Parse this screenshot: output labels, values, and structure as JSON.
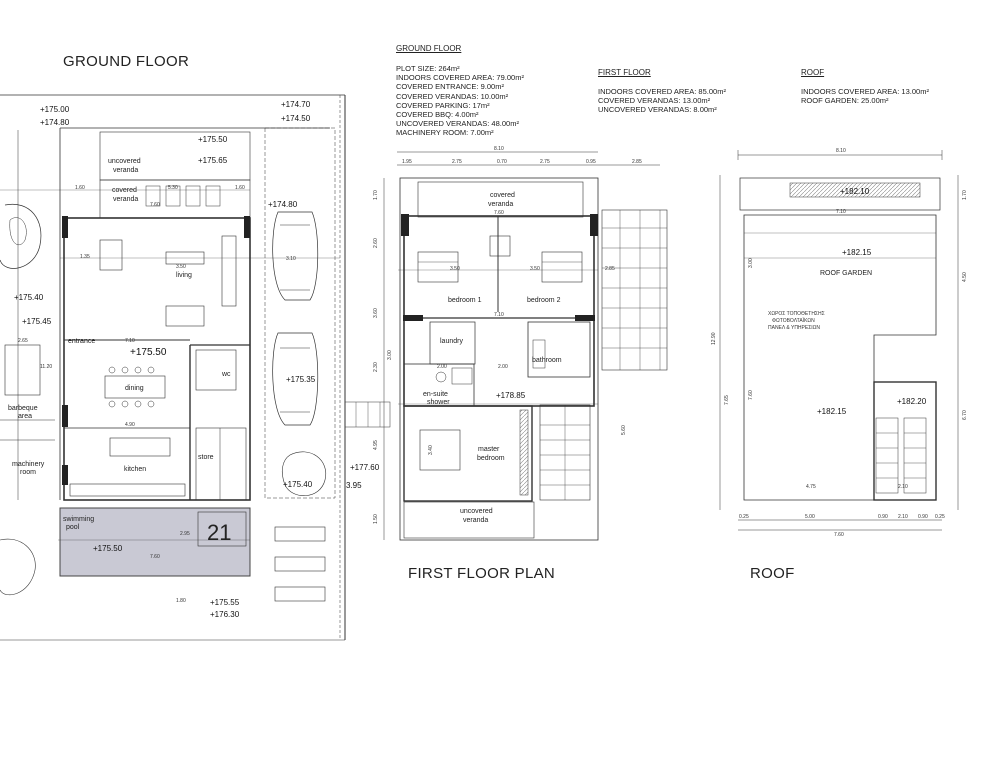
{
  "titles": {
    "ground_floor": "GROUND FLOOR",
    "first_floor_plan": "FIRST FLOOR PLAN",
    "roof": "ROOF"
  },
  "summary": {
    "ground": {
      "heading": "GROUND FLOOR",
      "lines": [
        "PLOT SIZE: 264m²",
        "INDOORS COVERED AREA: 79.00m²",
        "COVERED ENTRANCE: 9.00m²",
        "COVERED VERANDAS: 10.00m²",
        "COVERED PARKING: 17m²",
        "COVERED BBQ: 4.00m²",
        "UNCOVERED VERANDAS: 48.00m²",
        "MACHINERY ROOM: 7.00m²"
      ]
    },
    "first": {
      "heading": "FIRST FLOOR",
      "lines": [
        "INDOORS COVERED AREA: 85.00m²",
        "COVERED VERANDAS: 13.00m²",
        "UNCOVERED VERANDAS: 8.00m²"
      ]
    },
    "roof": {
      "heading": "ROOF",
      "lines": [
        "INDOORS COVERED AREA: 13.00m²",
        "ROOF GARDEN: 25.00m²"
      ]
    }
  },
  "ground_labels": {
    "uncovered_veranda": [
      "uncovered",
      "veranda"
    ],
    "covered_veranda": [
      "covered",
      "veranda"
    ],
    "living": "living",
    "entrance": "entrance",
    "dining": "dining",
    "wc": "wc",
    "kitchen": "kitchen",
    "store": "store",
    "barbeque": [
      "barbeque",
      "area"
    ],
    "machinery": [
      "machinery",
      "room"
    ],
    "swimming": [
      "swimming",
      "pool"
    ],
    "plot_number": "21"
  },
  "ground_elevations": {
    "e1": "+175.00",
    "e2": "+174.80",
    "e3": "+174.70",
    "e4": "+174.50",
    "e5": "+175.50",
    "e6": "+175.65",
    "e7": "+174.80",
    "e8": "+175.40",
    "e9": "+175.45",
    "e10": "+175.50",
    "e11": "+175.35",
    "e12": "+175.40",
    "e13": "+175.50",
    "e14": "+175.55",
    "e15": "+176.30"
  },
  "first_labels": {
    "covered_veranda": [
      "covered",
      "veranda"
    ],
    "bedroom1": "bedroom 1",
    "bedroom2": "bedroom 2",
    "laundry": "laundry",
    "bathroom": "bathroom",
    "ensuite": [
      "en-suite",
      "shower"
    ],
    "master": [
      "master",
      "bedroom"
    ],
    "uncovered_veranda": [
      "uncovered",
      "veranda"
    ],
    "elev_178": "+178.85",
    "elev_177": "+177.60",
    "elev_395": "3.95"
  },
  "roof_labels": {
    "elev_182_10": "+182.10",
    "elev_182_15a": "+182.15",
    "roof_garden": "ROOF GARDEN",
    "greek_notes": [
      "ΧΩΡΟΣ ΤΟΠΟΘΕΤΗΣΗΣ",
      "ΦΩΤΟΒΟΛΤΑΪΚΩΝ",
      "ΠΑΝΕΛ & ΥΠΗΡΕΣΙΩΝ"
    ],
    "elev_182_15b": "+182.15",
    "elev_182_20": "+182.20"
  },
  "dims": {
    "ff_top_total": "8.10",
    "ff_top": [
      "1.95",
      "2.75",
      "0.70",
      "2.75",
      "0.95",
      "2.85"
    ],
    "ff_left": [
      "1.70",
      "2.60",
      "3.60",
      "2.30",
      "3.00",
      "4.95",
      "1.50"
    ],
    "ff_inner": [
      "7.60",
      "3.50",
      "3.50",
      "2.85",
      "7.10",
      "2.00",
      "2.00",
      "3.40",
      "5.60"
    ],
    "roof_top_total": "8.10",
    "roof_inner": [
      "7.10",
      "1.70",
      "4.50",
      "12.90",
      "6.70",
      "7.65",
      "3.00",
      "7.60",
      "4.75",
      "2.10"
    ],
    "roof_bottom": [
      "0.25",
      "5.00",
      "0.90",
      "2.10",
      "0.90",
      "0.25"
    ],
    "roof_bottom_total": "7.60",
    "ground": [
      "1.60",
      "5.30",
      "7.60",
      "1.60",
      "1.35",
      "3.50",
      "7.10",
      "4.90",
      "3.10",
      "2.65",
      "11.20",
      "2.95",
      "7.60",
      "1.80"
    ]
  }
}
